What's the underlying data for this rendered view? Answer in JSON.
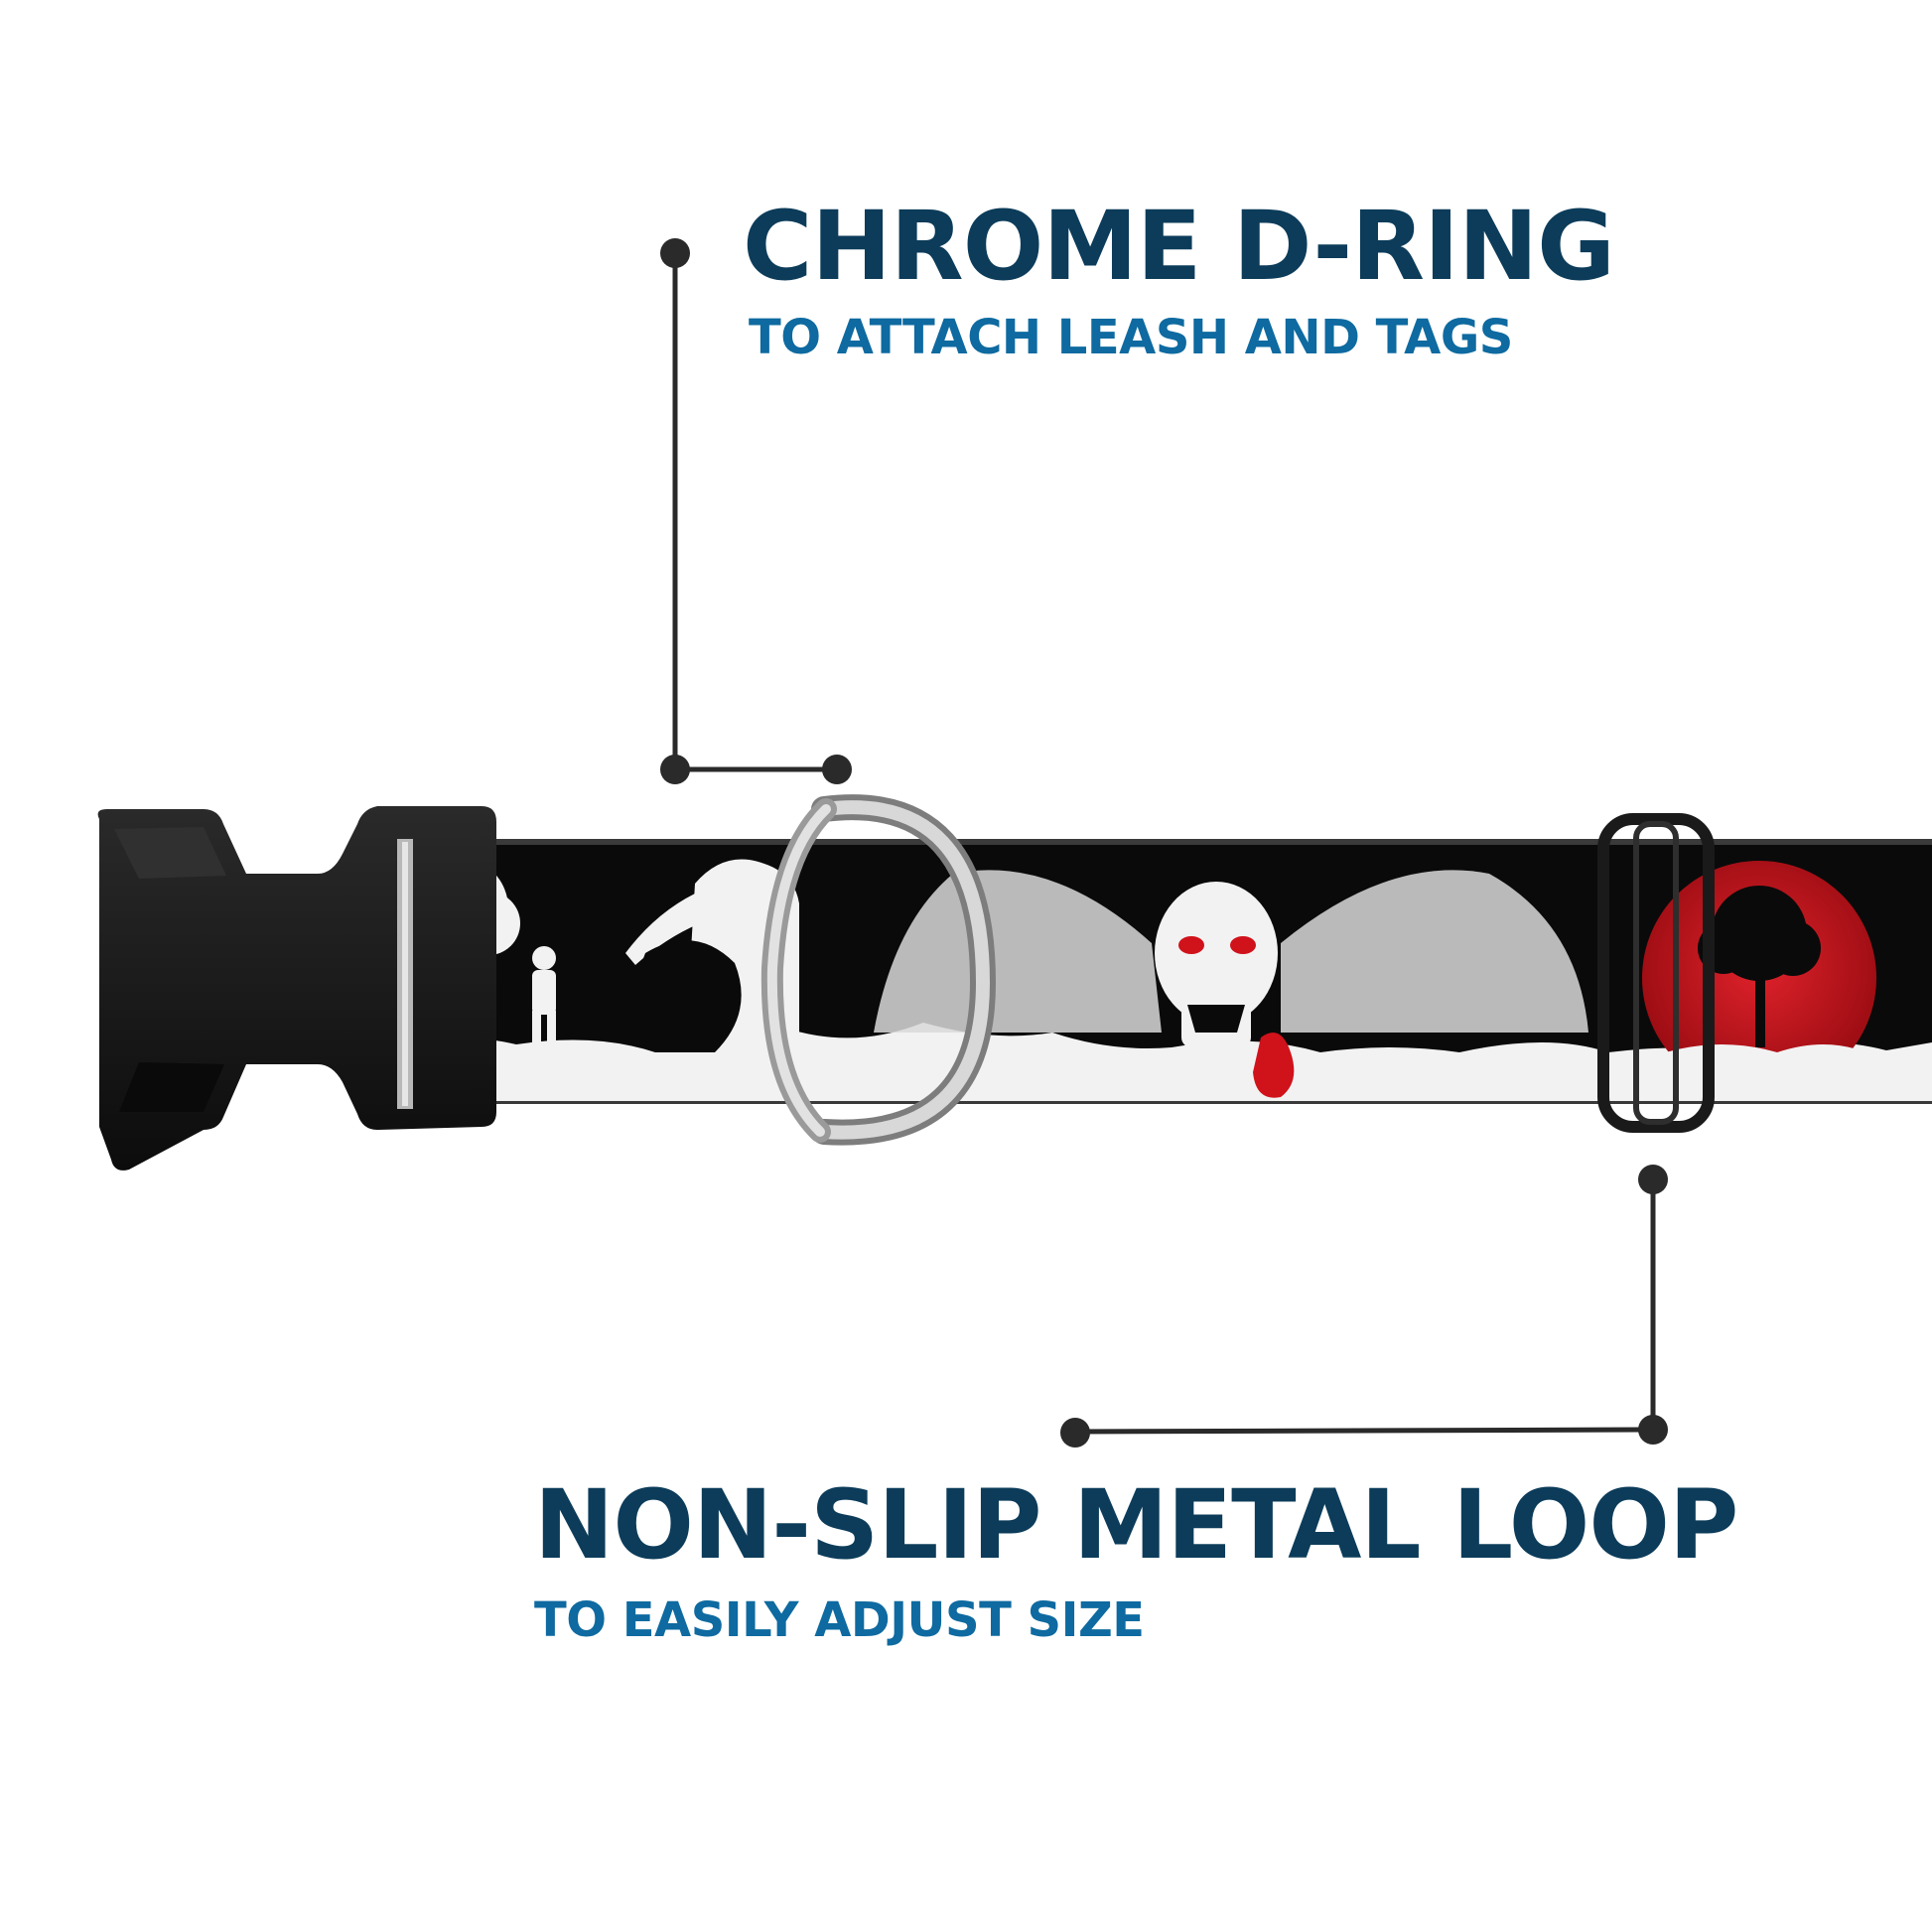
{
  "colors": {
    "title": "#0c3c5a",
    "subtitle": "#0e6aa0",
    "leader_line": "#2a2a2a",
    "webbing_black": "#0a0a0a",
    "webbing_white": "#f2f2f2",
    "print_red": "#d0121b",
    "buckle": "#161616",
    "chrome": "#b9b9b9"
  },
  "callouts": [
    {
      "title": "CHROME D-RING",
      "subtitle": "TO ATTACH LEASH AND TAGS"
    },
    {
      "title": "NON-SLIP METAL LOOP",
      "subtitle": "TO EASILY ADJUST SIZE"
    }
  ],
  "product": {
    "icons": [
      "side-release-buckle-icon",
      "d-ring-icon",
      "slide-loop-icon",
      "skull-icon",
      "tree-icon",
      "blood-moon-icon"
    ]
  }
}
